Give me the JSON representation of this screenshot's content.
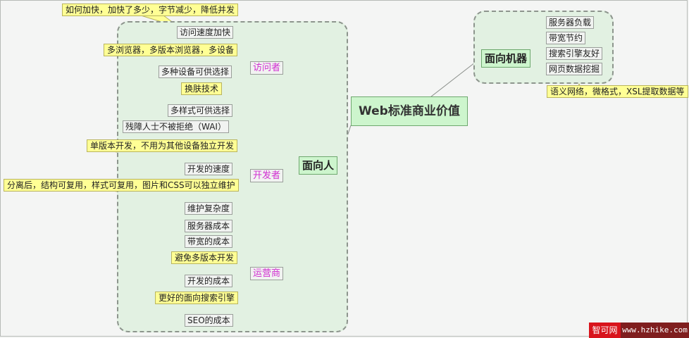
{
  "root": "Web标准商业价值",
  "people": {
    "title": "面向人",
    "visitor": {
      "label": "访问者",
      "items": [
        "访问速度加快",
        "多种设备可供选择",
        "多样式可供选择",
        "残障人士不被拒绝（WAI）"
      ],
      "notes": [
        "如何加快，加快了多少，字节减少，降低并发",
        "多浏览器，多版本浏览器，多设备",
        "换肤技术"
      ]
    },
    "developer": {
      "label": "开发者",
      "items": [
        "开发的速度",
        "维护复杂度"
      ],
      "notes": [
        "单版本开发，不用为其他设备独立开发",
        "分离后，结构可复用，样式可复用，图片和CSS可以独立维护"
      ]
    },
    "operator": {
      "label": "运营商",
      "items": [
        "服务器成本",
        "带宽的成本",
        "开发的成本",
        "SEO的成本"
      ],
      "notes": [
        "避免多版本开发",
        "更好的面向搜索引擎"
      ]
    }
  },
  "machine": {
    "title": "面向机器",
    "items": [
      "服务器负载",
      "带宽节约",
      "搜索引擎友好",
      "网页数据挖掘"
    ],
    "note": "语义网络，微格式，XSL提取数据等"
  },
  "watermark": {
    "brand": "智可网",
    "url": "www.hzhike.com"
  }
}
